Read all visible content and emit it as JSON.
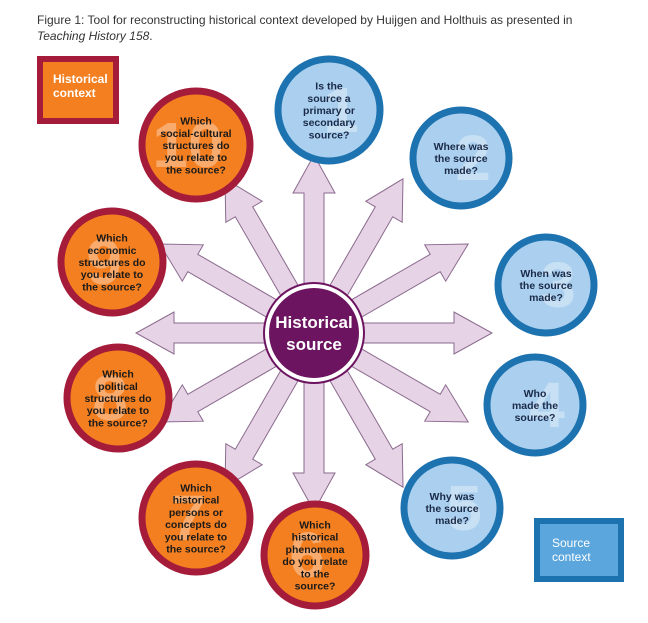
{
  "caption": {
    "main": "Figure 1: Tool for reconstructing historical context developed by Huijgen and Holthuis as presented in",
    "source": "Teaching History 158",
    "end": "."
  },
  "legend": {
    "historical_context": [
      "Historical",
      "context"
    ],
    "source_context": [
      "Source",
      "context"
    ]
  },
  "center": {
    "lines": [
      "Historical",
      "source"
    ]
  },
  "nodes": [
    {
      "id": "primary",
      "group": "source",
      "number": "1",
      "lines": [
        "Is the",
        "source a",
        "primary or",
        "secondary",
        "source?"
      ]
    },
    {
      "id": "where",
      "group": "source",
      "number": "2",
      "lines": [
        "Where was",
        "the source",
        "made?"
      ]
    },
    {
      "id": "when",
      "group": "source",
      "number": "3",
      "lines": [
        "When was",
        "the source",
        "made?"
      ]
    },
    {
      "id": "who",
      "group": "source",
      "number": "4",
      "lines": [
        "Who",
        "made the",
        "source?"
      ]
    },
    {
      "id": "why",
      "group": "source",
      "number": "5",
      "lines": [
        "Why was",
        "the source",
        "made?"
      ]
    },
    {
      "id": "phenomena",
      "group": "historical",
      "number": "6",
      "lines": [
        "Which",
        "historical",
        "phenomena",
        "do you relate",
        "to the",
        "source?"
      ]
    },
    {
      "id": "persons",
      "group": "historical",
      "number": "7",
      "lines": [
        "Which",
        "historical",
        "persons or",
        "concepts do",
        "you relate to",
        "the source?"
      ]
    },
    {
      "id": "political",
      "group": "historical",
      "number": "8",
      "lines": [
        "Which",
        "political",
        "structures do",
        "you relate to",
        "the source?"
      ]
    },
    {
      "id": "economic",
      "group": "historical",
      "number": "9",
      "lines": [
        "Which",
        "economic",
        "structures do",
        "you relate to",
        "the source?"
      ]
    },
    {
      "id": "social",
      "group": "historical",
      "number": "10",
      "lines": [
        "Which",
        "social-cultural",
        "structures do",
        "you relate to",
        "the source?"
      ]
    }
  ],
  "colors": {
    "source_fill": "#abd0ef",
    "source_ring": "#1d72b0",
    "historical_fill": "#f47f20",
    "historical_ring": "#a51c3a",
    "center_fill": "#6d1460",
    "arrow_fill": "#e7d3e6",
    "arrow_stroke": "#8a6a8e",
    "number_watermark": "#ffffff"
  }
}
